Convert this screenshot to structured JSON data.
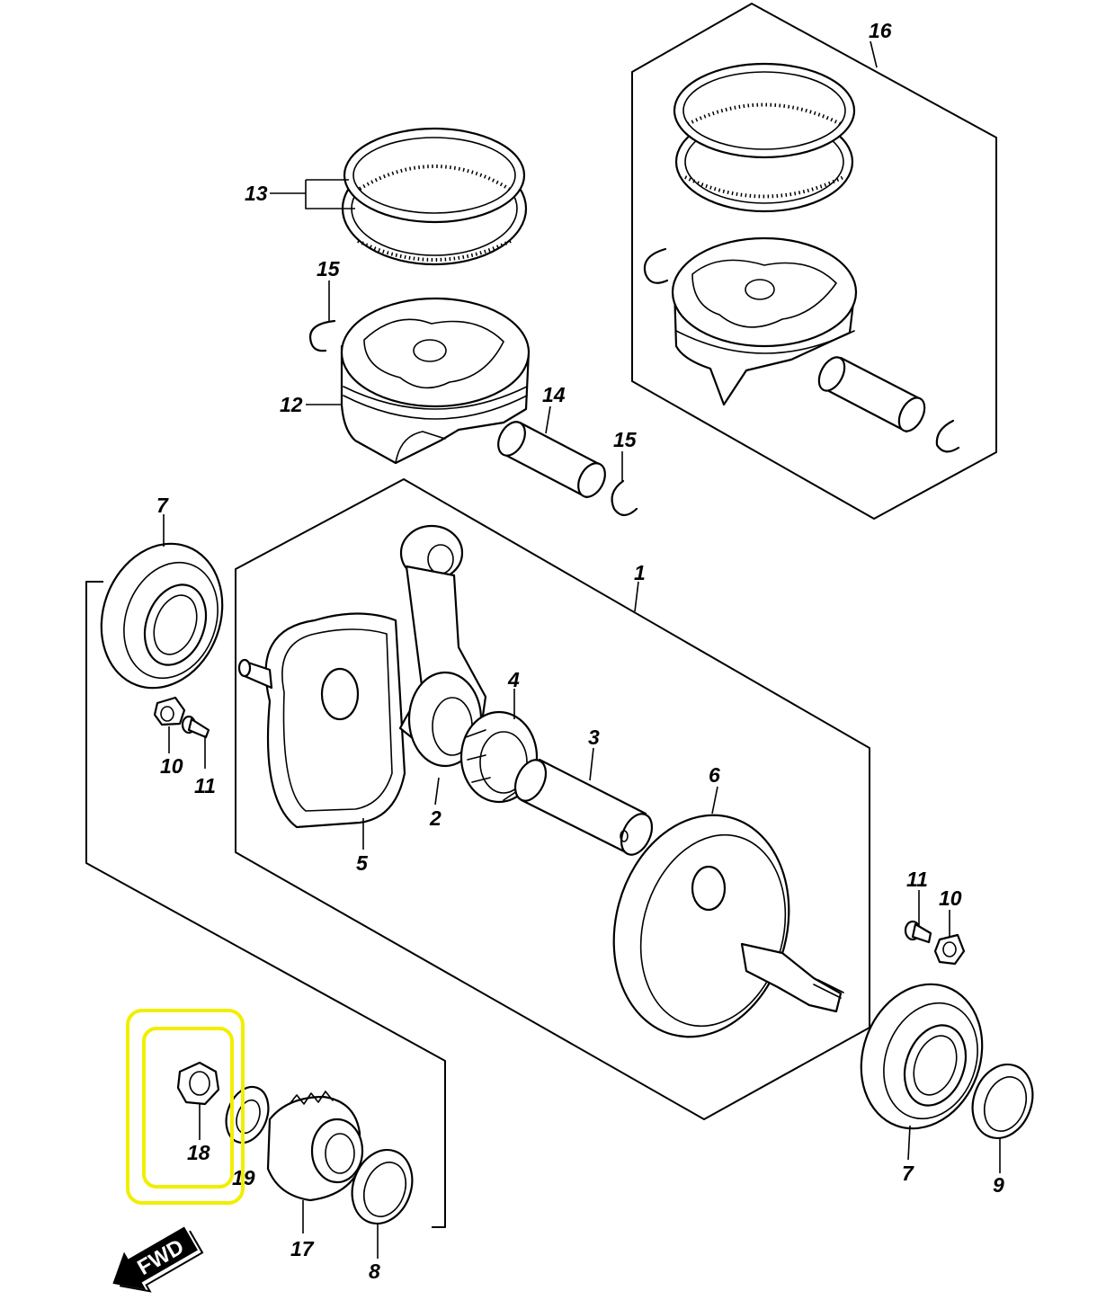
{
  "diagram": {
    "callouts": {
      "c1": "1",
      "c2": "2",
      "c3": "3",
      "c4": "4",
      "c5": "5",
      "c6": "6",
      "c7_top": "7",
      "c7_bottom": "7",
      "c8": "8",
      "c9": "9",
      "c10_left": "10",
      "c10_right": "10",
      "c11_left": "11",
      "c11_right": "11",
      "c12": "12",
      "c13": "13",
      "c14": "14",
      "c15_top": "15",
      "c15_right": "15",
      "c16": "16",
      "c17": "17",
      "c18": "18",
      "c19": "19"
    },
    "direction_arrow": "FWD",
    "highlight_color": "#f2ee00",
    "highlighted_part": "18"
  }
}
